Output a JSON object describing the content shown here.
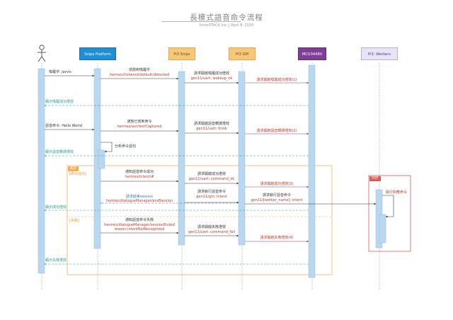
{
  "title": "長模式語音命令流程",
  "subtitle": "InnerSTACK Inc.  |  April 8, 2020",
  "participants": {
    "user": {
      "label": ""
    },
    "snips_platform": {
      "label": "Snips Platform",
      "color": "#1f8fd6"
    },
    "pi3_snips": {
      "label": "Pi3 Snips",
      "color": "#f9c77a"
    },
    "pi3_gm": {
      "label": "Pi3 GM",
      "color": "#f9c77a"
    },
    "mcu": {
      "label": "MCU3448X",
      "color": "#7f3f98"
    },
    "workers": {
      "label": "Pi3: Workers",
      "color": "#e8e4f5"
    }
  },
  "messages": {
    "m1": "喚醒字: Jarvis",
    "m2a": "偵測到喚醒字",
    "m2b": "hermes/hotword/default/detected",
    "m3a": "請求開啟喚醒成功燈效",
    "m3b": "gen11/uart: wakeup_ok",
    "m4": "請求開啟喚醒成功燈效(1)",
    "m5": "顯示喚醒成功燈效",
    "m6": "語音命令: Hello World",
    "m7a": "通知已收到命令",
    "m7b": "hermes/asr/textCaptured",
    "m8a": "請求開啟語音轉譯燈效",
    "m8b": "gen11/uart: think",
    "m9": "請求開啟語音轉譯燈效(2)",
    "m10": "分析命令語句",
    "m11": "顯示語音轉譯燈效",
    "m12a": "通知語音命令成功",
    "m12b": "hermes/intent/#",
    "m13a": "請求開啟成功燈效",
    "m13b": "gen11/uart: command_ok",
    "m14": "請求開啟成功燈效(3)",
    "m15a": "請求執行語音命令",
    "m15b": "gen11/gm: intent",
    "m16a": "請求執行語音命令",
    "m16b": "gen11/[worker_name]: intent",
    "m17": "執行對應命令",
    "m18a": "請求結束session",
    "m18b": "hermes/dialogueManager/endSession",
    "m19": "顯示成功燈效",
    "m20a": "通知語音命令失敗",
    "m20b": "hermes/dialogueManager/sessionEnded",
    "m20c": "reason:intentNotRecognized",
    "m21a": "請求開啟失敗燈效",
    "m21b": "gen11/uart: command_fail",
    "m22": "請求開啟失敗燈效(4)",
    "m23": "顯示失敗燈效"
  },
  "frames": {
    "alt_tag": "ALT",
    "alt_cond1": "[命令成功]",
    "alt_cond2": "[失敗]",
    "ref_tag": "REF"
  },
  "colors": {
    "lifeline_box": "#b9d7ee",
    "message_red": "#c0392b",
    "return_teal": "#2a9d8f",
    "alt_frame": "#f2b05c",
    "ref_frame": "#e05a5a",
    "mcu_arrow": "#7f3f98"
  }
}
